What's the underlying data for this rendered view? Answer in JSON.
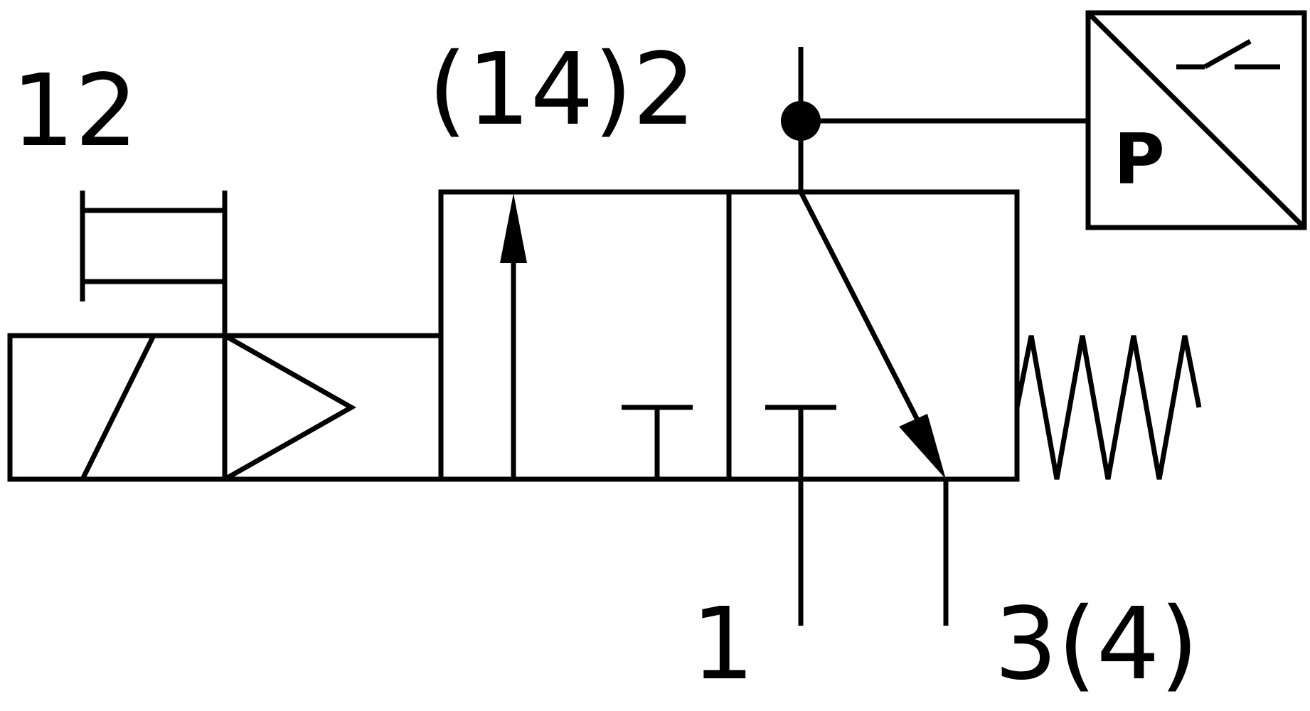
{
  "diagram": {
    "ports": {
      "pilot": "12",
      "outlet": "(14)2",
      "supply": "1",
      "exhaust": "3(4)"
    },
    "pressure_switch": {
      "letter": "P"
    },
    "icons": [
      "manual-override-icon",
      "solenoid-coil-icon",
      "pilot-triangle-icon",
      "flow-arrow-icon",
      "port-blocked-icon",
      "spring-return-icon",
      "junction-dot-icon",
      "pressure-switch-icon",
      "switch-contact-icon"
    ],
    "colors": {
      "line": "#000000",
      "background": "#ffffff"
    }
  }
}
